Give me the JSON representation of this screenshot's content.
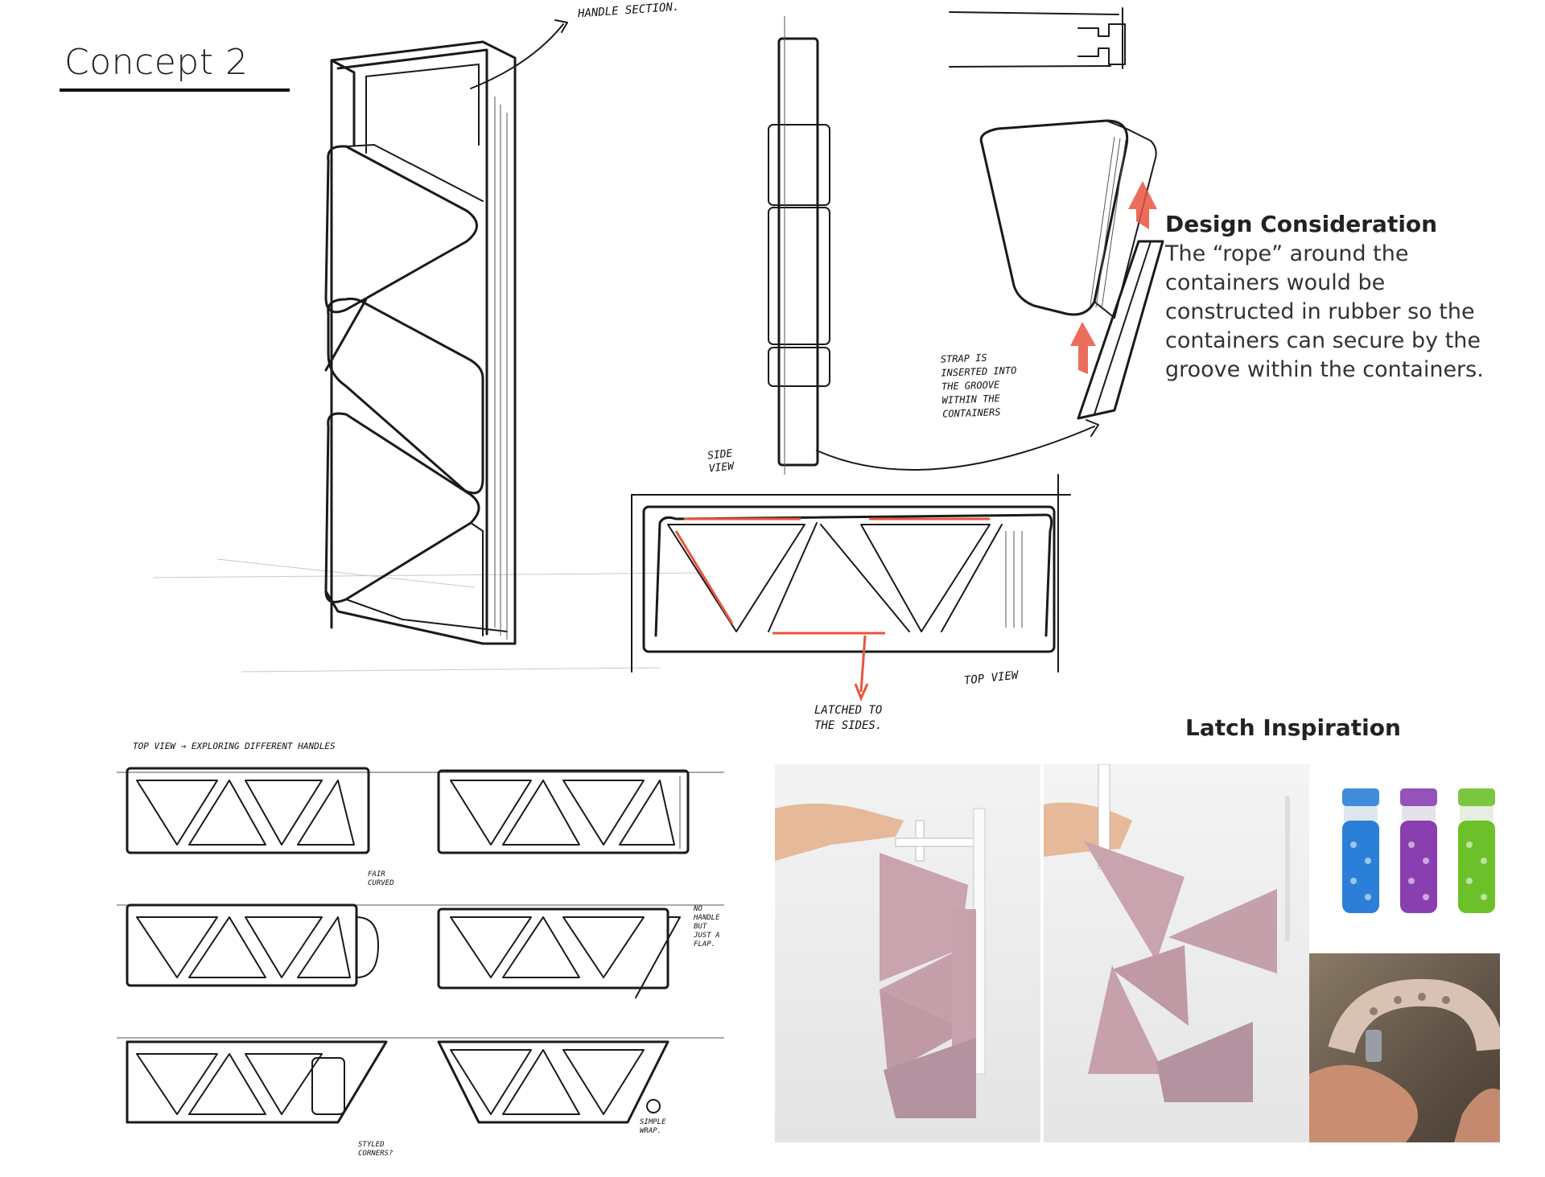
{
  "page": {
    "title": "Concept 2"
  },
  "design_consideration": {
    "heading": "Design Consideration",
    "body": "The “rope” around the containers would be constructed in rubber so the containers can secure by the groove within the  containers."
  },
  "latch": {
    "heading": "Latch Inspiration"
  },
  "sketch_labels": {
    "handle_section": "HANDLE SECTION.",
    "strap_note": "STRAP IS\nINSERTED INTO\nTHE GROOVE\nWITHIN THE\nCONTAINERS",
    "side_view": "SIDE\nVIEW",
    "top_view": "TOP VIEW",
    "latched": "LATCHED TO\nTHE SIDES.",
    "top_view_explore": "TOP VIEW → EXPLORING DIFFERENT HANDLES",
    "fair_curved": "FAIR\nCURVED",
    "no_handle": "NO\nHANDLE\nBUT\nJUST A\nFLAP.",
    "styled_corners": "STYLED\nCORNERS?",
    "simple_wrap": "SIMPLE\nWRAP."
  },
  "colors": {
    "ink": "#1a1a1a",
    "accent_red": "#e8553f",
    "foam_pink": "#c9a3ad",
    "bottle_blue": "#2b7fd9",
    "bottle_purple": "#8a3fb0",
    "bottle_green": "#6cc12a"
  },
  "icons": [
    "arrow-icon",
    "bottle-icon",
    "hand-icon",
    "watch-band-icon"
  ]
}
